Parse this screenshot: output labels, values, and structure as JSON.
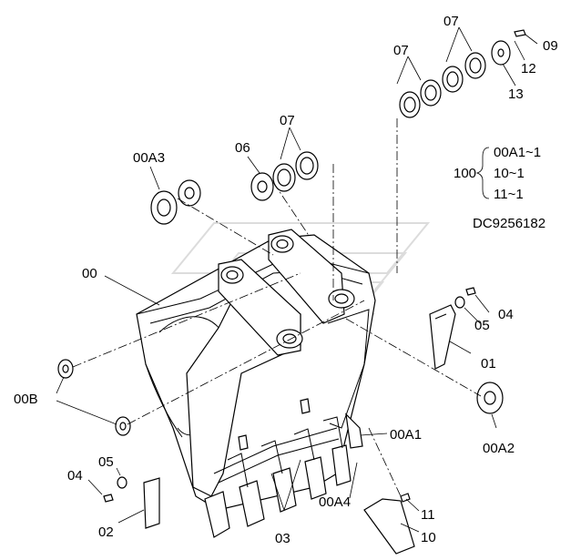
{
  "labels": {
    "l07a": "07",
    "l07b": "07",
    "l09": "09",
    "l12": "12",
    "l13": "13",
    "l07c": "07",
    "l06": "06",
    "l00a3": "00A3",
    "l00": "00",
    "l04a": "04",
    "l05a": "05",
    "l01": "01",
    "l00b": "00B",
    "l00a2": "00A2",
    "l00a1": "00A1",
    "l05b": "05",
    "l04b": "04",
    "l02": "02",
    "l03": "03",
    "l00a4": "00A4",
    "l11": "11",
    "l10": "10"
  },
  "qty": {
    "prefix": "100",
    "items": [
      "00A1~1",
      "10~1",
      "11~1"
    ]
  },
  "code": "DC9256182"
}
